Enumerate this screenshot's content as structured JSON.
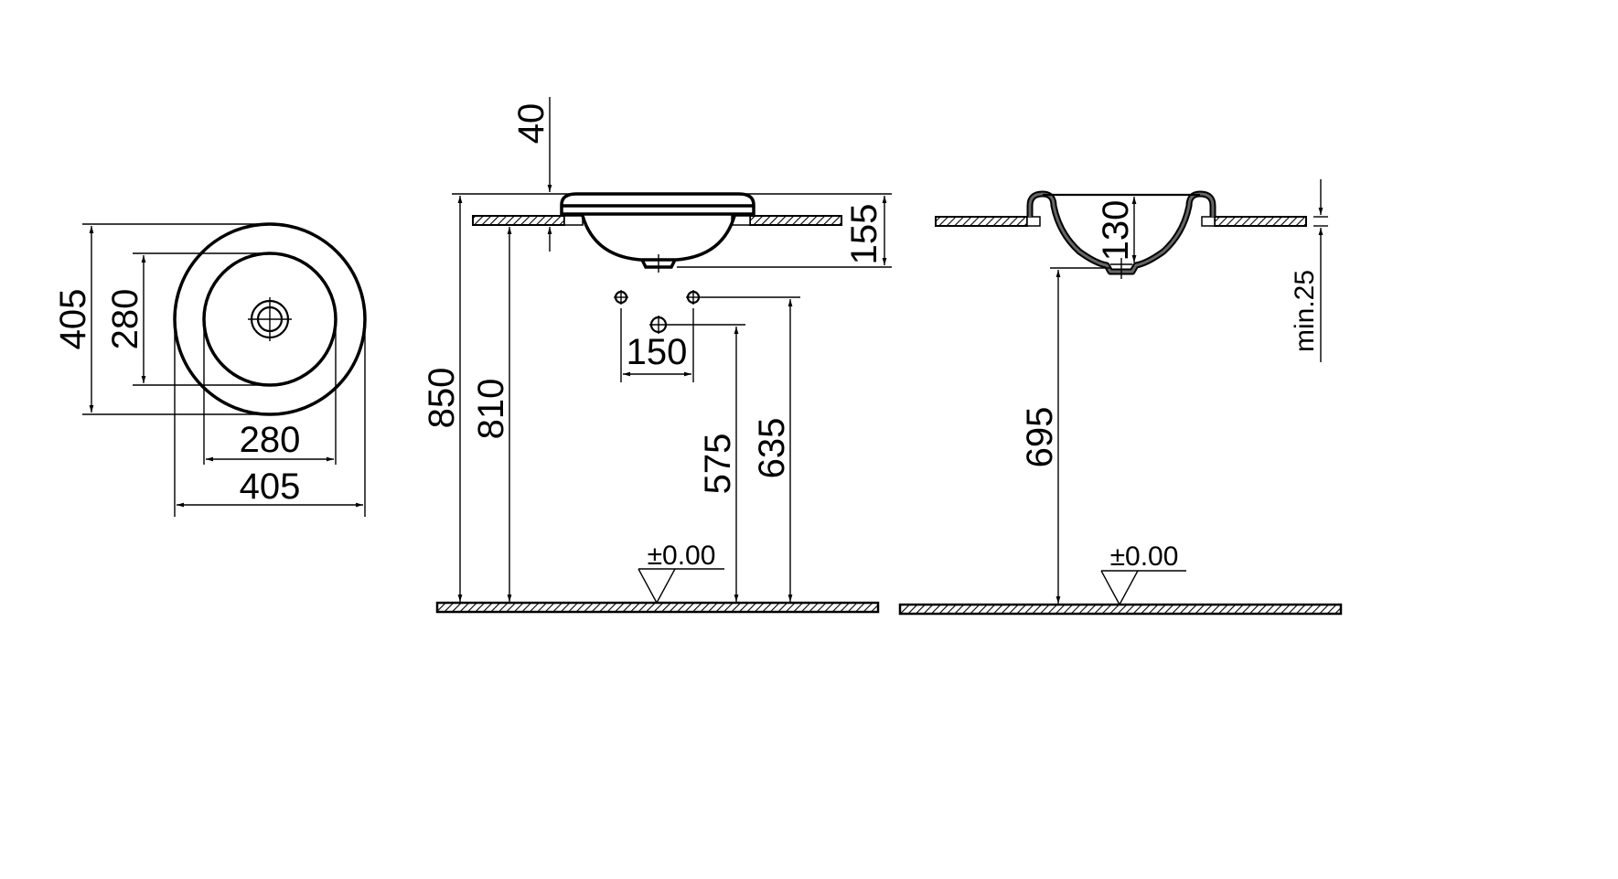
{
  "drawing": {
    "title": "Round countertop washbasin — technical dimension drawing",
    "units": "mm",
    "colors": {
      "line": "#000000",
      "background": "#ffffff"
    }
  },
  "plan_view": {
    "outer_diameter_vertical": "405",
    "inner_diameter_vertical": "280",
    "inner_diameter_horizontal": "280",
    "outer_diameter_horizontal": "405"
  },
  "front_view": {
    "rim_offset": "40",
    "total_height_basin": "155",
    "counter_height_top": "850",
    "counter_height_underside": "810",
    "tap_hole_spacing": "150",
    "waste_height": "575",
    "supply_height": "635",
    "floor_level": "±0.00"
  },
  "side_view": {
    "bowl_depth": "130",
    "min_clearance": "min.25",
    "drain_height": "695",
    "floor_level": "±0.00"
  }
}
